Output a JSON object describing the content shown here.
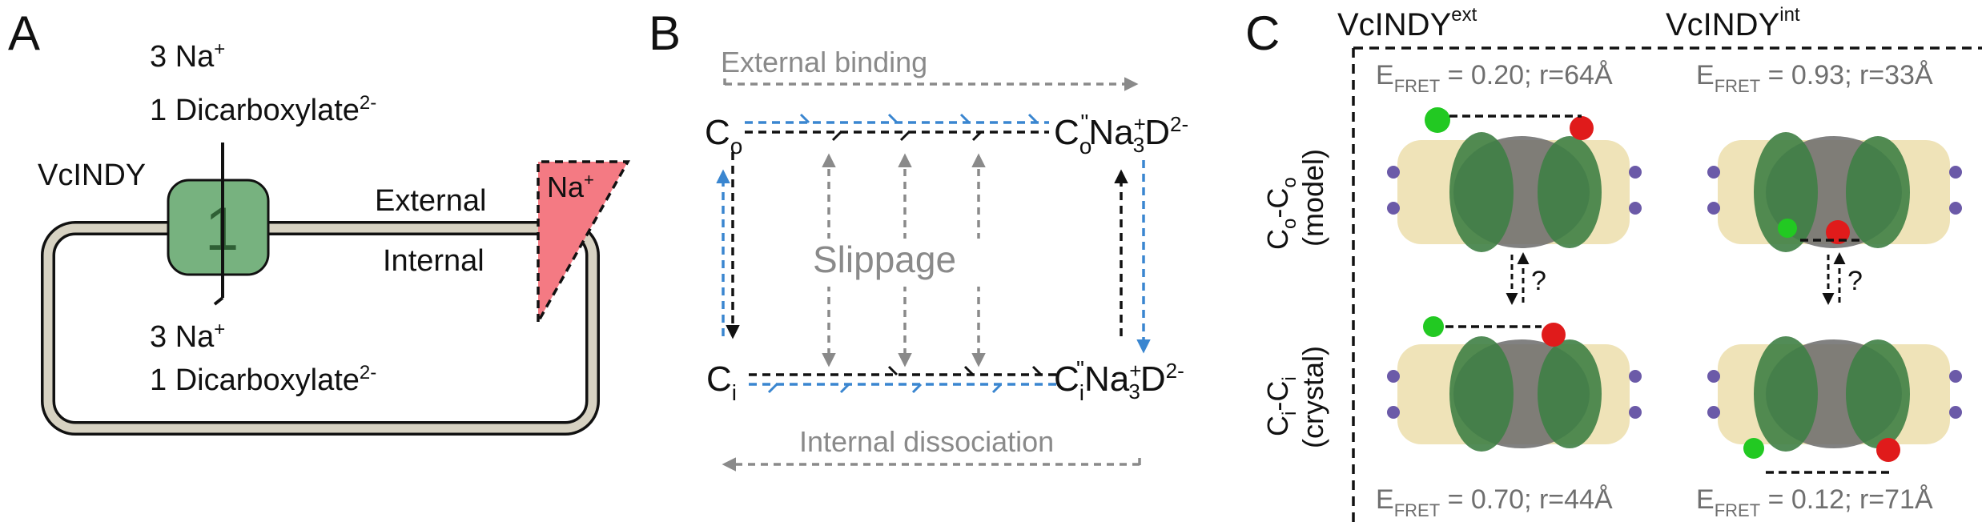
{
  "panel_a": {
    "letter": "A",
    "top_label_line1": "3 Na",
    "top_label_line1_sup": "+",
    "top_label_line2": "1 Dicarboxylate",
    "top_label_line2_sup": "2-",
    "protein_label": "VcINDY",
    "protein_number": "1",
    "external_label": "External",
    "internal_label": "Internal",
    "gradient_label": "Na",
    "gradient_label_sup": "+",
    "bottom_label_line1": "3 Na",
    "bottom_label_line1_sup": "+",
    "bottom_label_line2": "1 Dicarboxylate",
    "bottom_label_line2_sup": "2-",
    "colors": {
      "membrane_fill": "#d7d2c2",
      "protein_fill": "#77b27f",
      "gradient_fill": "#f47a83"
    }
  },
  "panel_b": {
    "letter": "B",
    "external_binding": "External binding",
    "internal_dissociation": "Internal dissociation",
    "slippage": "Slippage",
    "state_co_base": "C",
    "state_co_sub": "o",
    "state_co_loaded_base": "C",
    "state_co_loaded_sub": "o",
    "state_ci_base": "C",
    "state_ci_sub": "i",
    "state_ci_loaded_base": "C",
    "state_ci_loaded_sub": "i",
    "loaded_marks": "\"",
    "na_text": "Na",
    "na_sup": "+",
    "na_sub": "3",
    "d_text": "D",
    "d_sup": "2-",
    "colors": {
      "blue_path": "#3a86d0",
      "black_path": "#111111",
      "gray_arrow": "#8a8a8a"
    }
  },
  "panel_c": {
    "letter": "C",
    "col_ext_base": "VcINDY",
    "col_ext_sup": "ext",
    "col_int_base": "VcINDY",
    "col_int_sup": "int",
    "row_model_line1_base": "C",
    "row_model_line1_sub1": "o",
    "row_model_line1_dash": "-C",
    "row_model_line1_sub2": "o",
    "row_model_line2": "(model)",
    "row_crystal_line1_base": "C",
    "row_crystal_line1_sub1": "i",
    "row_crystal_line1_dash": "-C",
    "row_crystal_line1_sub2": "i",
    "row_crystal_line2": "(crystal)",
    "fret_top_ext": {
      "e": "E",
      "sub": "FRET",
      "rest": " = 0.20; r=64Å"
    },
    "fret_top_int": {
      "e": "E",
      "sub": "FRET",
      "rest": " = 0.93; r=33Å"
    },
    "fret_bot_ext": {
      "e": "E",
      "sub": "FRET",
      "rest": " = 0.70; r=44Å"
    },
    "fret_bot_int": {
      "e": "E",
      "sub": "FRET",
      "rest": " = 0.12; r=71Å"
    },
    "question_mark": "?",
    "colors": {
      "membrane_beige": "#efe3b8",
      "helix_green": "#3f7f45",
      "core_gray": "#6b6b6b",
      "donor_green": "#22c922",
      "acceptor_red": "#e01b1b",
      "lipid_purple": "#6b5aa8"
    }
  }
}
